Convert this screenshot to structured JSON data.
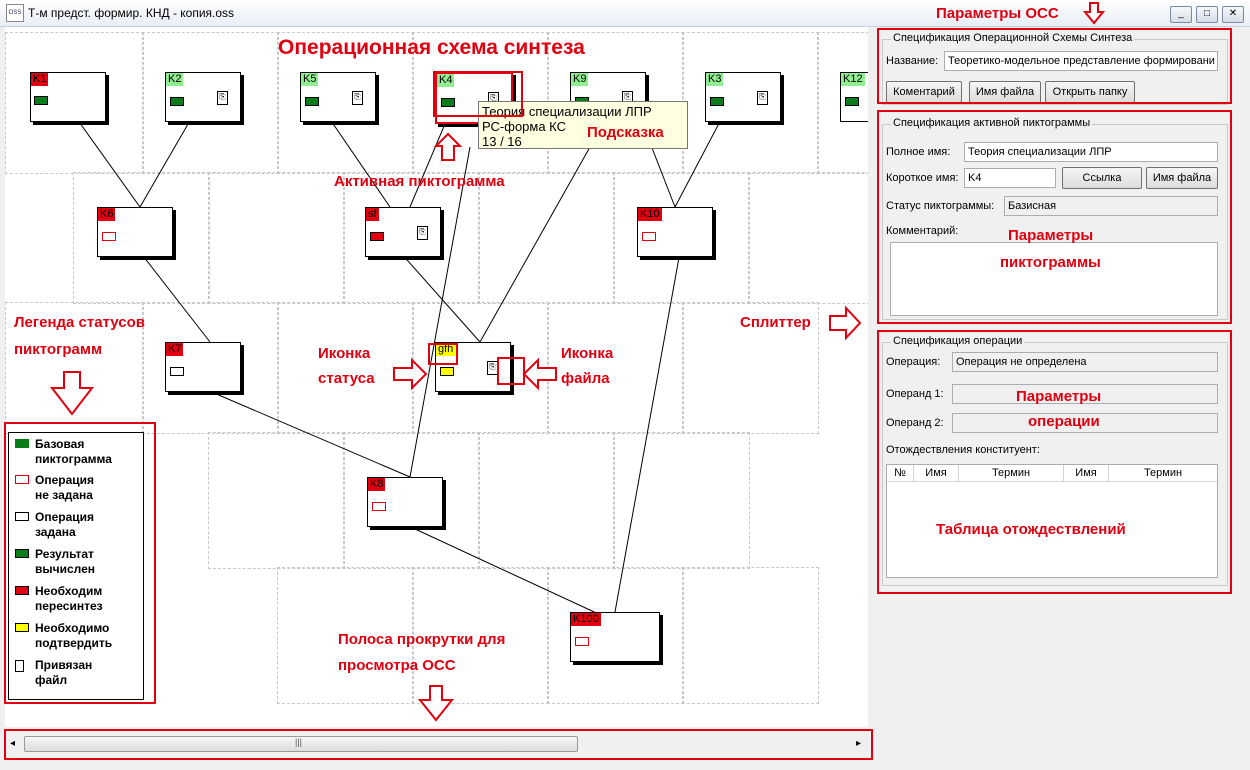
{
  "window": {
    "title": "Т-м предст. формир. КНД - копия.oss",
    "icon": "oss-file-icon",
    "minimize": "_",
    "maximize": "□",
    "close": "✕"
  },
  "colors": {
    "base": "#0a7d1a",
    "base_label": "#90ee90",
    "red": "#e0000f",
    "yellow": "#ffff00"
  },
  "canvas": {
    "title": "Операционная схема синтеза",
    "nodes": [
      {
        "id": "K1",
        "label": "K1",
        "status": "resynth"
      },
      {
        "id": "K2",
        "label": "K2",
        "status": "base",
        "file": true
      },
      {
        "id": "K5",
        "label": "K5",
        "status": "base",
        "file": true
      },
      {
        "id": "K4",
        "label": "K4",
        "status": "base",
        "file": true,
        "active": true
      },
      {
        "id": "K9",
        "label": "K9",
        "status": "base",
        "file": true
      },
      {
        "id": "K3",
        "label": "K3",
        "status": "base",
        "file": true
      },
      {
        "id": "K12",
        "label": "K12",
        "status": "base"
      },
      {
        "id": "K6",
        "label": "K6",
        "status": "op-not-set"
      },
      {
        "id": "sf",
        "label": "sf",
        "status": "resynth",
        "file": true
      },
      {
        "id": "K10",
        "label": "K10",
        "status": "op-not-set"
      },
      {
        "id": "K7",
        "label": "K7",
        "status": "op-set"
      },
      {
        "id": "gfh",
        "label": "gfh",
        "status": "confirm",
        "file": true
      },
      {
        "id": "K8",
        "label": "K8",
        "status": "op-not-set"
      },
      {
        "id": "K100",
        "label": "K100",
        "status": "op-not-set"
      }
    ],
    "tooltip": {
      "line1": "Теория специализации ЛПР",
      "line2": "РС-форма КС",
      "line3": "13 / 16"
    }
  },
  "annotations": {
    "params_oss": "Параметры ОСС",
    "hint": "Подсказка",
    "active_icon": "Активная пиктограмма",
    "legend_title_1": "Легенда статусов",
    "legend_title_2": "пиктограмм",
    "status_icon_1": "Иконка",
    "status_icon_2": "статуса",
    "file_icon_1": "Иконка",
    "file_icon_2": "файла",
    "splitter": "Сплиттер",
    "icon_params_1": "Параметры",
    "icon_params_2": "пиктограммы",
    "op_params_1": "Параметры",
    "op_params_2": "операции",
    "ident_table": "Таблица отождествлений",
    "scrollbar_1": "Полоса прокрутки для",
    "scrollbar_2": "просмотра ОСС"
  },
  "legend": {
    "items": [
      {
        "l1": "Базовая",
        "l2": "пиктограмма",
        "kind": "base"
      },
      {
        "l1": "Операция",
        "l2": "не задана",
        "kind": "op-not-set"
      },
      {
        "l1": "Операция",
        "l2": "задана",
        "kind": "op-set"
      },
      {
        "l1": "Результат",
        "l2": "вычислен",
        "kind": "computed"
      },
      {
        "l1": "Необходим",
        "l2": "пересинтез",
        "kind": "resynth"
      },
      {
        "l1": "Необходимо",
        "l2": "подтвердить",
        "kind": "confirm"
      },
      {
        "l1": "Привязан",
        "l2": "файл",
        "kind": "file"
      }
    ]
  },
  "oss_spec": {
    "group_title": "Спецификация Операционной Схемы Синтеза",
    "name_label": "Название:",
    "name_value": "Теоретико-модельное представление формировани",
    "btn_comment": "Коментарий",
    "btn_file": "Имя файла",
    "btn_folder": "Открыть папку"
  },
  "icon_spec": {
    "group_title": "Спецификация активной пиктограммы",
    "full_name_label": "Полное имя:",
    "full_name_value": "Теория специализации ЛПР",
    "short_name_label": "Короткое имя:",
    "short_name_value": "K4",
    "btn_link": "Ссылка",
    "btn_file": "Имя файла",
    "status_label": "Статус пиктограммы:",
    "status_value": "Базисная",
    "comment_label": "Комментарий:",
    "comment_value": ""
  },
  "op_spec": {
    "group_title": "Спецификация операции",
    "op_label": "Операция:",
    "op_value": "Операция не определена",
    "operand1_label": "Операнд 1:",
    "operand1_value": "",
    "operand2_label": "Операнд 2:",
    "operand2_value": "",
    "ident_label": "Отождествления конституент:",
    "table_headers": [
      "№",
      "Имя",
      "Термин",
      "Имя",
      "Термин"
    ]
  },
  "scrollbar": {
    "left_arrow": "◂",
    "right_arrow": "▸",
    "thumb_grip": "|||"
  }
}
